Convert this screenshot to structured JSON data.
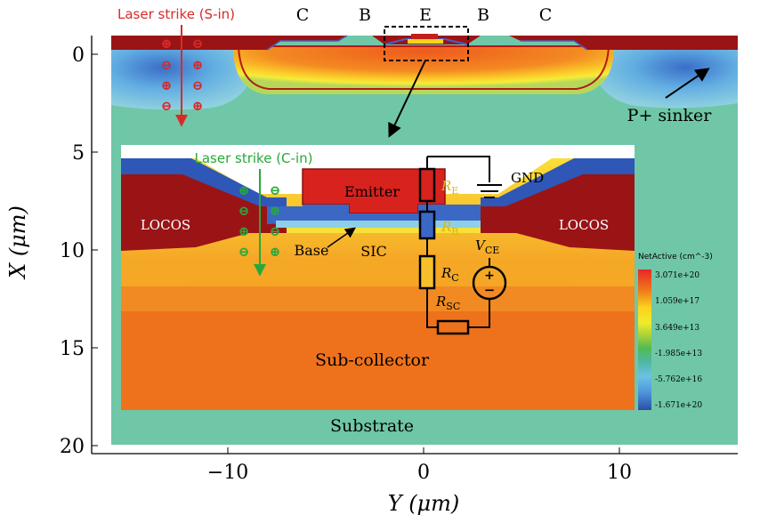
{
  "figure": {
    "x_axis_label": "Y (μm)",
    "y_axis_label": "X (μm)",
    "x_ticks": [
      "−10",
      "0",
      "10"
    ],
    "y_ticks": [
      "0",
      "5",
      "10",
      "15",
      "20"
    ]
  },
  "device_terminals": [
    "C",
    "B",
    "E",
    "B",
    "C"
  ],
  "labels": {
    "laser_s_in": "Laser strike (S-in)",
    "laser_c_in": "Laser strike (C-in)",
    "p_sinker": "P+ sinker",
    "locos_left": "LOCOS",
    "locos_right": "LOCOS",
    "emitter": "Emitter",
    "base": "Base",
    "sic": "SIC",
    "sub_collector": "Sub-collector",
    "substrate": "Substrate",
    "gnd": "GND"
  },
  "circuit": {
    "r_e": "R",
    "r_e_sub": "E",
    "r_b": "R",
    "r_b_sub": "B",
    "r_c": "R",
    "r_c_sub": "C",
    "r_sc": "R",
    "r_sc_sub": "SC",
    "v_ce": "V",
    "v_ce_sub": "CE",
    "plus": "+",
    "minus": "−"
  },
  "legend": {
    "title": "NetActive (cm^-3)",
    "entries": [
      "3.071e+20",
      "1.059e+17",
      "3.649e+13",
      "-1.985e+13",
      "-5.762e+16",
      "-1.671e+20"
    ],
    "colors": [
      "#e8262a",
      "#f07a1a",
      "#fcd21c",
      "#f6f02a",
      "#aed53a",
      "#5fbf48",
      "#46b46a",
      "#55b8c8",
      "#78c6e6",
      "#5fa8e0",
      "#3a78cc",
      "#2a4fa8"
    ]
  },
  "colors": {
    "substrate": "#6fc7a7",
    "n_plus_cap": "#9a1416",
    "laser_s_in": "#d82a2a",
    "laser_c_in": "#28a83a"
  },
  "carriers_s_in": [
    "⊕",
    "⊖",
    "⊖",
    "⊕",
    "⊕",
    "⊖",
    "⊖",
    "⊕"
  ],
  "carriers_c_in": [
    "⊕",
    "⊖",
    "⊖",
    "⊕",
    "⊕",
    "⊖",
    "⊖",
    "⊕"
  ]
}
